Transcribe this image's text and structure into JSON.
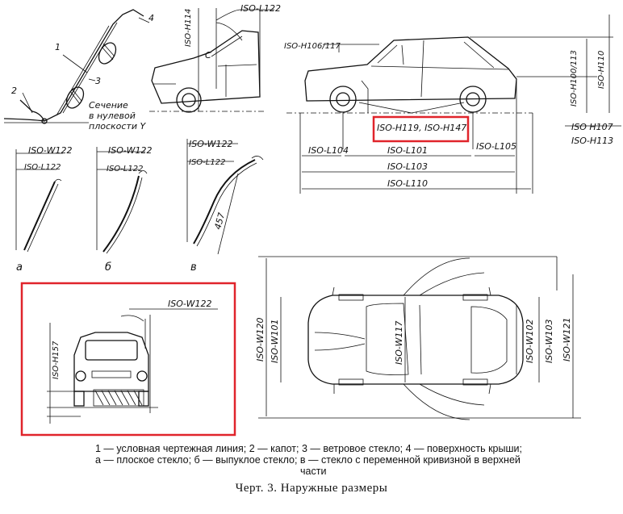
{
  "side_view_labels": {
    "iso_h106_117": "ISO-H106/117",
    "iso_h100_113": "ISO-H100/113",
    "iso_h110": "ISO-H110",
    "iso_h107": "ISO H107",
    "iso_h113": "ISO-H113",
    "iso_h119_h147": "ISO-H119, ISO-H147",
    "iso_l104": "ISO-L104",
    "iso_l101": "ISO-L101",
    "iso_l105": "ISO-L105",
    "iso_l103": "ISO-L103",
    "iso_l110": "ISO-L110"
  },
  "hood_view_labels": {
    "iso_h114": "ISO-H114",
    "iso_l122": "ISO-L122",
    "point_c": "C"
  },
  "section_view_labels": {
    "num_1": "1",
    "num_2": "2",
    "num_3": "3",
    "num_4": "4",
    "section_text_1": "Сечение",
    "section_text_2": "в нулевой",
    "section_text_3": "плоскости Y"
  },
  "glass_views": [
    {
      "w": "ISO-W122",
      "l": "ISO-L122",
      "letter": "а"
    },
    {
      "w": "ISO-W122",
      "l": "ISO-L122",
      "letter": "б"
    },
    {
      "w": "ISO-W122",
      "l": "ISO-L122",
      "letter": "в",
      "extra": "457"
    }
  ],
  "front_view_labels": {
    "iso_h157": "ISO-H157",
    "iso_w122": "ISO-W122"
  },
  "top_view_labels": {
    "iso_w120": "ISO-W120",
    "iso_w101": "ISO-W101",
    "iso_w117": "ISO-W117",
    "iso_w102": "ISO-W102",
    "iso_w103": "ISO-W103",
    "iso_w121": "ISO-W121"
  },
  "caption": {
    "line1": "1 — условная чертежная линия;  2 — капот;  3 — ветровое стекло;  4 — поверхность крыши;",
    "line2": "а — плоское стекло;  б — выпуклое стекло;  в — стекло с переменной кривизной в верхней",
    "line3": "части"
  },
  "figure_title": "Черт. 3. Наружные размеры",
  "highlight_color": "#e0242b"
}
